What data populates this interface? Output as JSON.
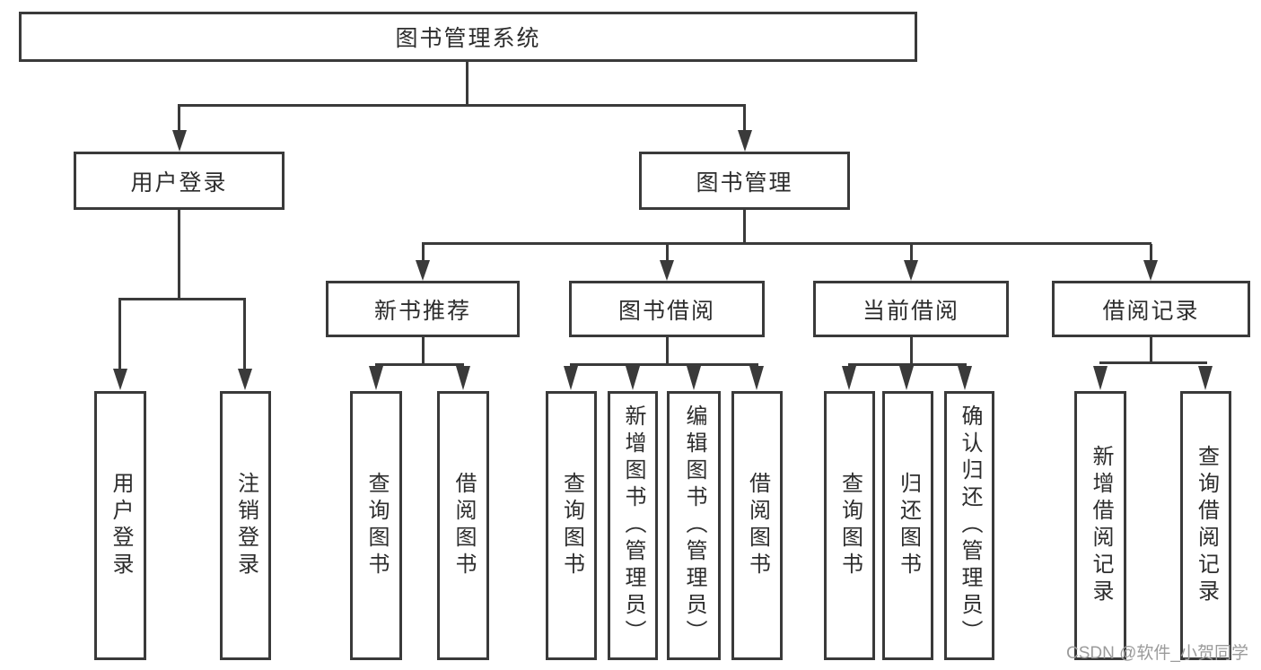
{
  "diagram_title": "图书管理系统",
  "tree": {
    "label": "图书管理系统",
    "children": [
      {
        "label": "用户登录",
        "children": [
          {
            "label": "用户登录"
          },
          {
            "label": "注销登录"
          }
        ]
      },
      {
        "label": "图书管理",
        "children": [
          {
            "label": "新书推荐",
            "children": [
              {
                "label": "查询图书"
              },
              {
                "label": "借阅图书"
              }
            ]
          },
          {
            "label": "图书借阅",
            "children": [
              {
                "label": "查询图书"
              },
              {
                "label": "新增图书（管理员）"
              },
              {
                "label": "编辑图书（管理员）"
              },
              {
                "label": "借阅图书"
              }
            ]
          },
          {
            "label": "当前借阅",
            "children": [
              {
                "label": "查询图书"
              },
              {
                "label": "归还图书"
              },
              {
                "label": "确认归还（管理员）"
              }
            ]
          },
          {
            "label": "借阅记录",
            "children": [
              {
                "label": "新增借阅记录"
              },
              {
                "label": "查询借阅记录"
              }
            ]
          }
        ]
      }
    ]
  },
  "watermark": {
    "text": "CSDN @软件_小贺同学"
  },
  "colors": {
    "line": "#3a3a3a",
    "text": "#2d2d2d",
    "background": "#ffffff",
    "watermark": "#9b9b9b"
  }
}
